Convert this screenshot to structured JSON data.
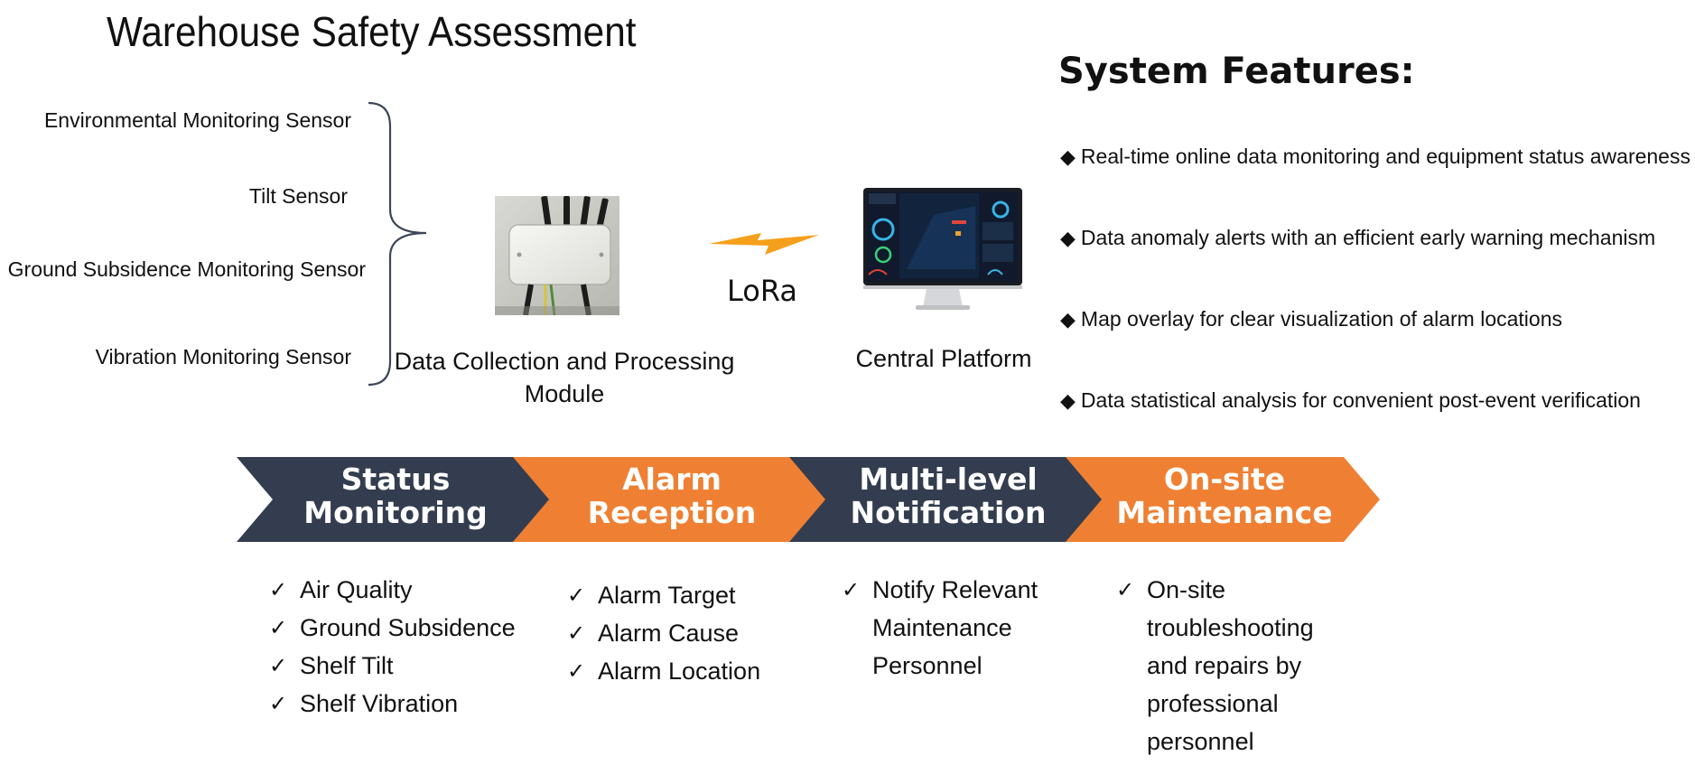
{
  "title": "Warehouse Safety Assessment",
  "sensors": [
    "Environmental Monitoring Sensor",
    "Tilt Sensor",
    "Ground Subsidence Monitoring Sensor",
    "Vibration Monitoring Sensor"
  ],
  "module": {
    "label": "Data Collection and Processing Module",
    "icon": "data-collection-device-image"
  },
  "link": {
    "label": "LoRa",
    "icon": "lightning-bolt-icon"
  },
  "platform": {
    "label": "Central Platform",
    "icon": "monitor-dashboard-icon"
  },
  "features": {
    "title": "System Features:",
    "items": [
      "Real-time online data monitoring and equipment status awareness",
      "Data anomaly alerts with an efficient early warning mechanism",
      "Map overlay for clear visualization of alarm locations",
      "Data statistical analysis for convenient post-event verification"
    ]
  },
  "colors": {
    "dark": "#333d4f",
    "orange": "#ef8033"
  },
  "stages": [
    {
      "label_line1": "Status",
      "label_line2": "Monitoring",
      "items": [
        "Air Quality",
        "Ground Subsidence",
        "Shelf Tilt",
        "Shelf Vibration"
      ]
    },
    {
      "label_line1": "Alarm",
      "label_line2": "Reception",
      "items": [
        "Alarm Target",
        "Alarm Cause",
        "Alarm Location"
      ]
    },
    {
      "label_line1": "Multi-level",
      "label_line2": "Notification",
      "items": [
        "Notify Relevant Maintenance Personnel"
      ]
    },
    {
      "label_line1": "On-site",
      "label_line2": "Maintenance",
      "items": [
        "On-site troubleshooting and repairs by professional personnel"
      ]
    }
  ],
  "check_symbol": "✓",
  "bullet_symbol": "◆"
}
